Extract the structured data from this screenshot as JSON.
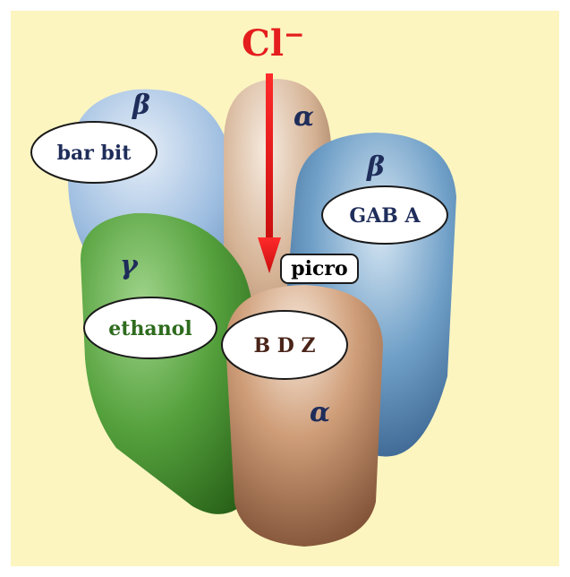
{
  "diagram": {
    "colors": {
      "background": "#fcf5c0",
      "beta_left": "#8fb2d8",
      "alpha_top": "#d6b69a",
      "beta_right": "#5f92bc",
      "gamma": "#4f9a3a",
      "alpha_front": "#c89773",
      "arrow": "#e41d1d",
      "label_text": "#1f2d5a",
      "ethanol_text": "#2e6b1e",
      "bdz_text": "#4a2418"
    },
    "ion": {
      "symbol": "Cl",
      "charge": "−"
    },
    "subunits": {
      "beta_left": "β",
      "alpha_top": "α",
      "beta_right": "β",
      "gamma": "γ",
      "alpha_front": "α"
    },
    "binding_sites": {
      "barbit": "bar bit",
      "gaba": "GAB A",
      "picro": "picro",
      "ethanol": "ethanol",
      "bdz": "B D Z"
    }
  }
}
